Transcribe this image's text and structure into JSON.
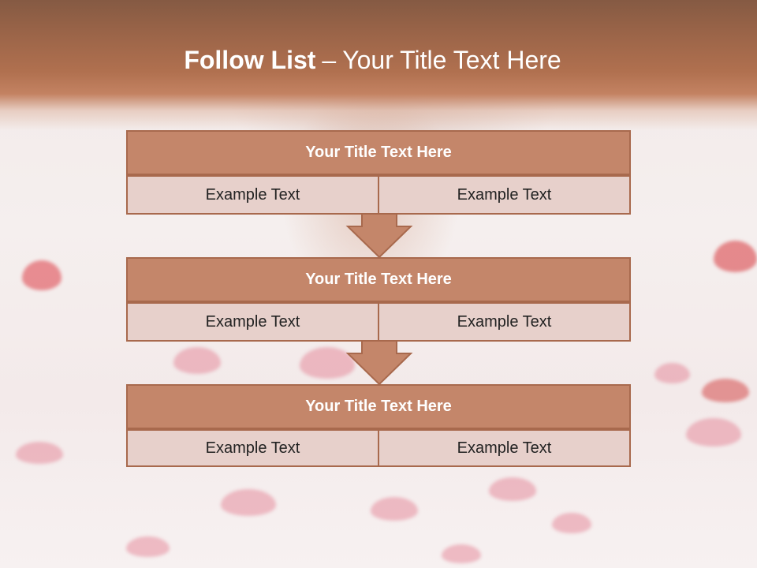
{
  "slide": {
    "title_bold": "Follow List",
    "title_sep": "–",
    "title_rest": "Your Title Text Here"
  },
  "blocks": [
    {
      "title": "Your Title Text Here",
      "left": "Example Text",
      "right": "Example Text"
    },
    {
      "title": "Your Title Text Here",
      "left": "Example Text",
      "right": "Example Text"
    },
    {
      "title": "Your Title Text Here",
      "left": "Example Text",
      "right": "Example Text"
    }
  ],
  "colors": {
    "header": "#b0704f",
    "block_title": "#c4866a",
    "block_border": "#a8694d",
    "cell_bg": "#e7d0cb"
  },
  "icons": [
    "down-arrow-icon"
  ]
}
